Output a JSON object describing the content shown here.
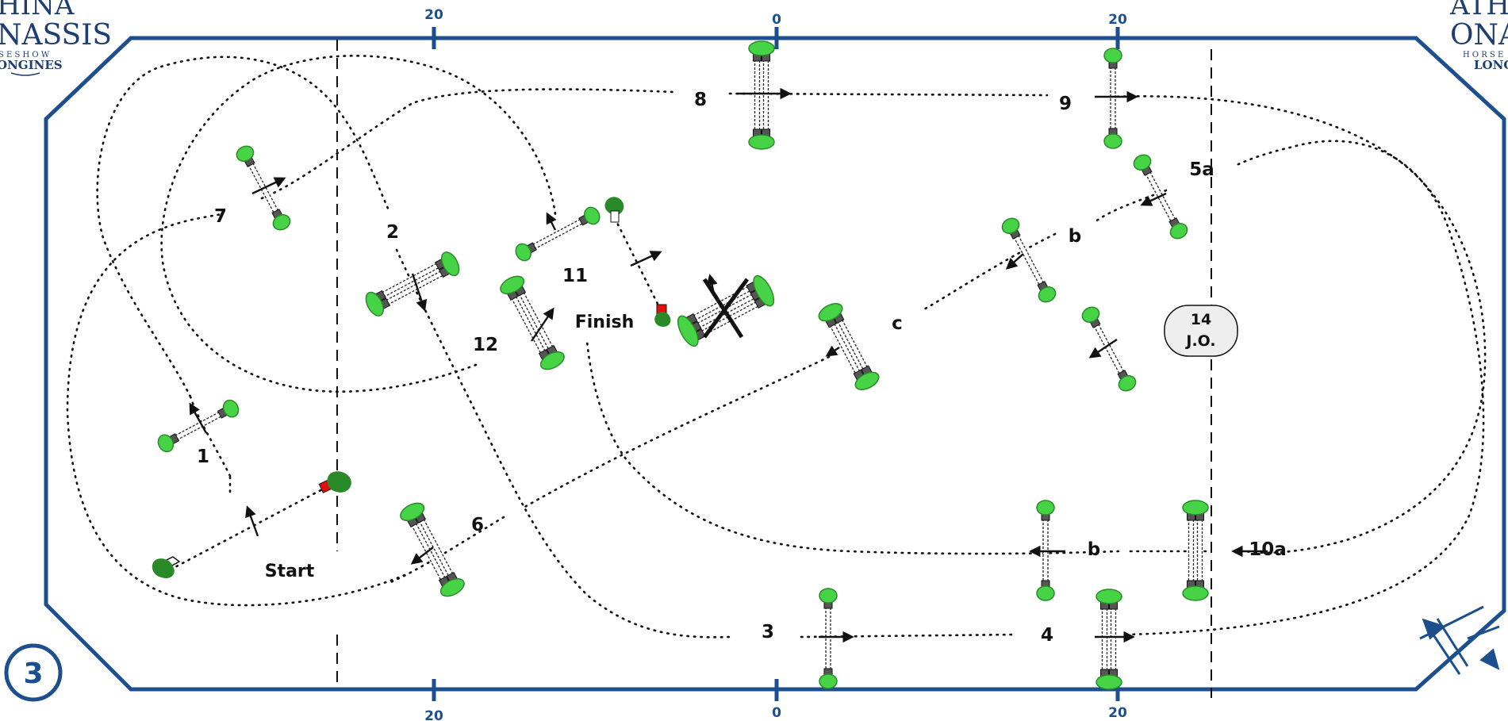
{
  "logos": {
    "left": {
      "line1": "HINA",
      "line2": "NASSIS",
      "line3": "S E  S H O W",
      "brand": "ONGINES"
    },
    "right": {
      "line1": "ATH",
      "line2": "ONA",
      "line3": "H O R S E",
      "brand": "LONG"
    }
  },
  "axis_labels": {
    "top": [
      "20",
      "0",
      "20"
    ],
    "bottom": [
      "20",
      "0",
      "20"
    ]
  },
  "obstacles": {
    "1": "1",
    "2": "2",
    "3": "3",
    "4": "4",
    "5a": "5a",
    "5b": "b",
    "6": "6",
    "7": "7",
    "8": "8",
    "9": "9",
    "10a": "10a",
    "10b": "b",
    "11": "11",
    "12": "12",
    "c": "c"
  },
  "labels": {
    "start": "Start",
    "finish": "Finish"
  },
  "jump_off": {
    "number": "14",
    "text": "J.O."
  },
  "round_badge": "3",
  "colors": {
    "arena": "#1d4f8f",
    "foliage": "#46d446",
    "foliage_dark": "#2a8a2a",
    "flag": "#e01010",
    "rail": "#222222"
  }
}
